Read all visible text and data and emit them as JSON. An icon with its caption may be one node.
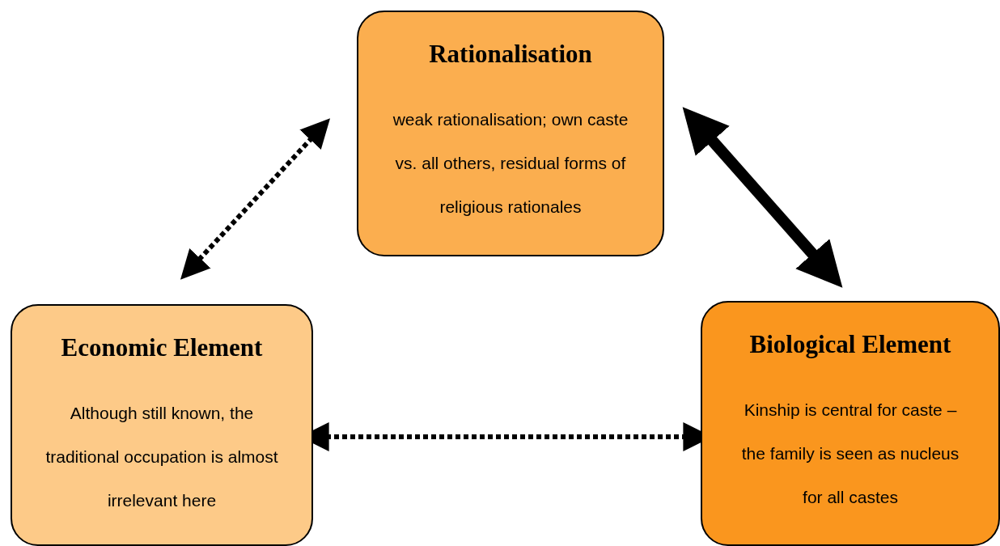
{
  "diagram": {
    "nodes": [
      {
        "text": [
          "Rationalisation",
          "weak rationalisation; own caste vs. all others, residual forms of religious rationales"
        ]
      },
      {
        "text": [
          "Economic Element",
          "Although still known, the traditional occupation is almost irrelevant here"
        ]
      },
      {
        "text": [
          "Biological Element",
          "Kinship is central for caste – the family is seen as nucleus for all castes"
        ]
      }
    ],
    "edges": [
      {
        "from": 0,
        "to": 1,
        "arrow": "both",
        "style": "dashed"
      },
      {
        "from": 0,
        "to": 2,
        "arrow": "both",
        "style": "thick"
      },
      {
        "from": 1,
        "to": 2,
        "arrow": "both",
        "style": "dashed"
      }
    ]
  }
}
